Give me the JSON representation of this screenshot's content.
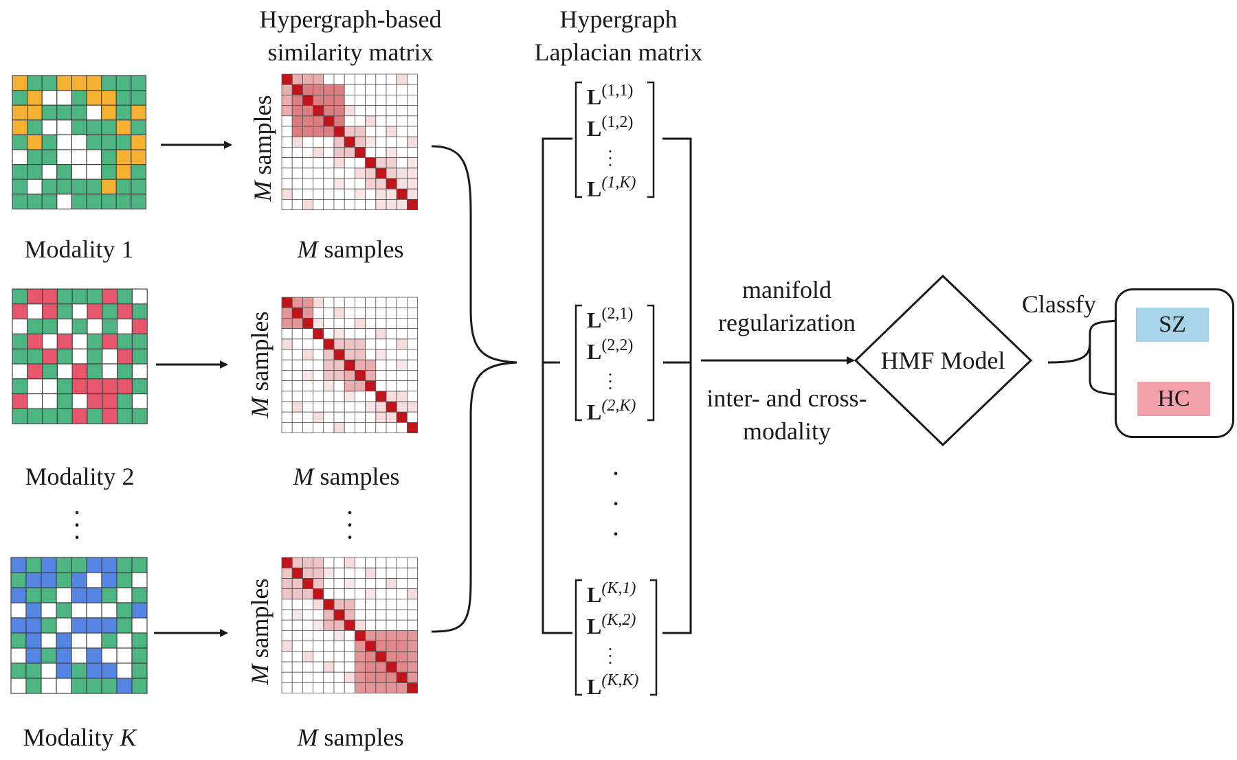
{
  "headers": {
    "similarity": [
      "Hypergraph-based",
      "similarity matrix"
    ],
    "laplacian": [
      "Hypergraph",
      "Laplacian matrix"
    ]
  },
  "modalities": [
    {
      "label_prefix": "Modality ",
      "label_index": "1",
      "palette": "#f6b133"
    },
    {
      "label_prefix": "Modality ",
      "label_index": "2",
      "palette": "#e8566b"
    },
    {
      "label_prefix": "Modality ",
      "label_index": "K",
      "palette": "#5585e3"
    }
  ],
  "feature_green": "#4cb581",
  "similarity_red": "#c0141a",
  "axis_label": {
    "symbol": "M",
    "text": " samples"
  },
  "laplacian_blocks": [
    {
      "rows": [
        {
          "base": "L",
          "sup": "(1,1)"
        },
        {
          "base": "L",
          "sup": "(1,2)"
        },
        {
          "base": "L",
          "sup": "(1,K)"
        }
      ]
    },
    {
      "rows": [
        {
          "base": "L",
          "sup": "(2,1)"
        },
        {
          "base": "L",
          "sup": "(2,2)"
        },
        {
          "base": "L",
          "sup": "(2,K)"
        }
      ]
    },
    {
      "rows": [
        {
          "base": "L",
          "sup": "(K,1)"
        },
        {
          "base": "L",
          "sup": "(K,2)"
        },
        {
          "base": "L",
          "sup": "(K,K)"
        }
      ]
    }
  ],
  "edge_text": {
    "top": [
      "manifold",
      "regularization"
    ],
    "bottom": [
      "inter- and cross-",
      "modality"
    ]
  },
  "model": {
    "label": "HMF Model"
  },
  "classify": {
    "label": "Classfy",
    "classes": [
      {
        "label": "SZ",
        "color": "#a8d5ea"
      },
      {
        "label": "HC",
        "color": "#f2a0aa"
      }
    ]
  }
}
